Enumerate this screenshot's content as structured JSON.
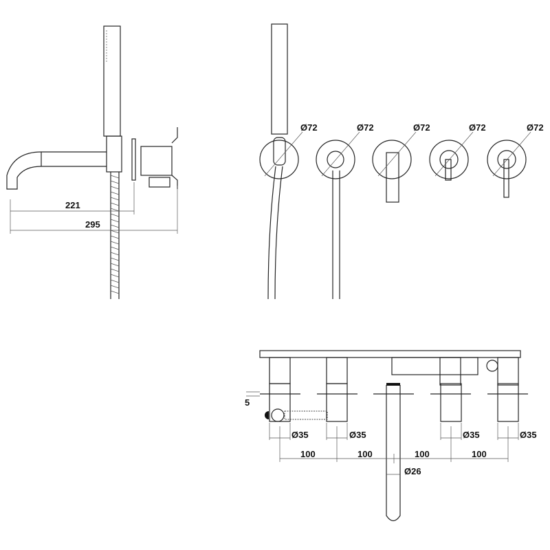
{
  "side_view": {
    "dim_spout": "221",
    "dim_total": "295"
  },
  "front_view": {
    "rosette_labels": [
      "Ø72",
      "Ø72",
      "Ø72",
      "Ø72",
      "Ø72"
    ]
  },
  "top_view": {
    "flange_thickness": "5",
    "valve_diameters": [
      "Ø35",
      "Ø35",
      "Ø35",
      "Ø35"
    ],
    "spacings": [
      "100",
      "100",
      "100",
      "100"
    ],
    "spout_diameter": "Ø26"
  }
}
